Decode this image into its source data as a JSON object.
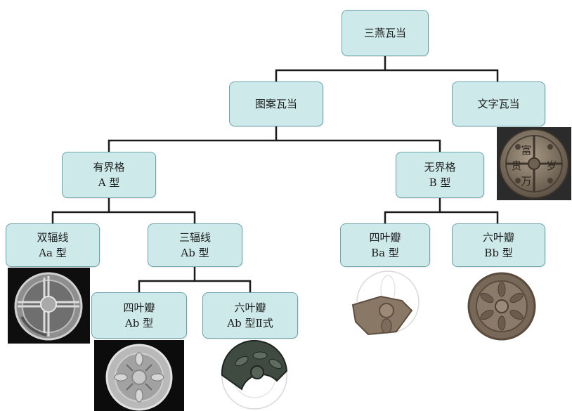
{
  "nodes": {
    "root": {
      "line1": "三燕瓦当"
    },
    "pattern": {
      "line1": "图案瓦当"
    },
    "text": {
      "line1": "文字瓦当"
    },
    "grid": {
      "line1": "有界格",
      "line2": "A 型"
    },
    "nogrid": {
      "line1": "无界格",
      "line2": "B 型"
    },
    "aa": {
      "line1": "双辐线",
      "line2": "Aa 型"
    },
    "ab": {
      "line1": "三辐线",
      "line2": "Ab 型"
    },
    "ab4": {
      "line1": "四叶瓣",
      "line2": "Ab 型"
    },
    "ab6": {
      "line1": "六叶瓣",
      "line2": "Ab 型Ⅱ式"
    },
    "ba": {
      "line1": "四叶瓣",
      "line2": "Ba 型"
    },
    "bb": {
      "line1": "六叶瓣",
      "line2": "Bb 型"
    }
  },
  "tile_inscription": {
    "chars": [
      "富",
      "贵",
      "万",
      "岁"
    ]
  },
  "colors": {
    "node_fill": "#cde9e9",
    "node_border": "#6aa3a8",
    "connector": "#1a1a1a"
  }
}
